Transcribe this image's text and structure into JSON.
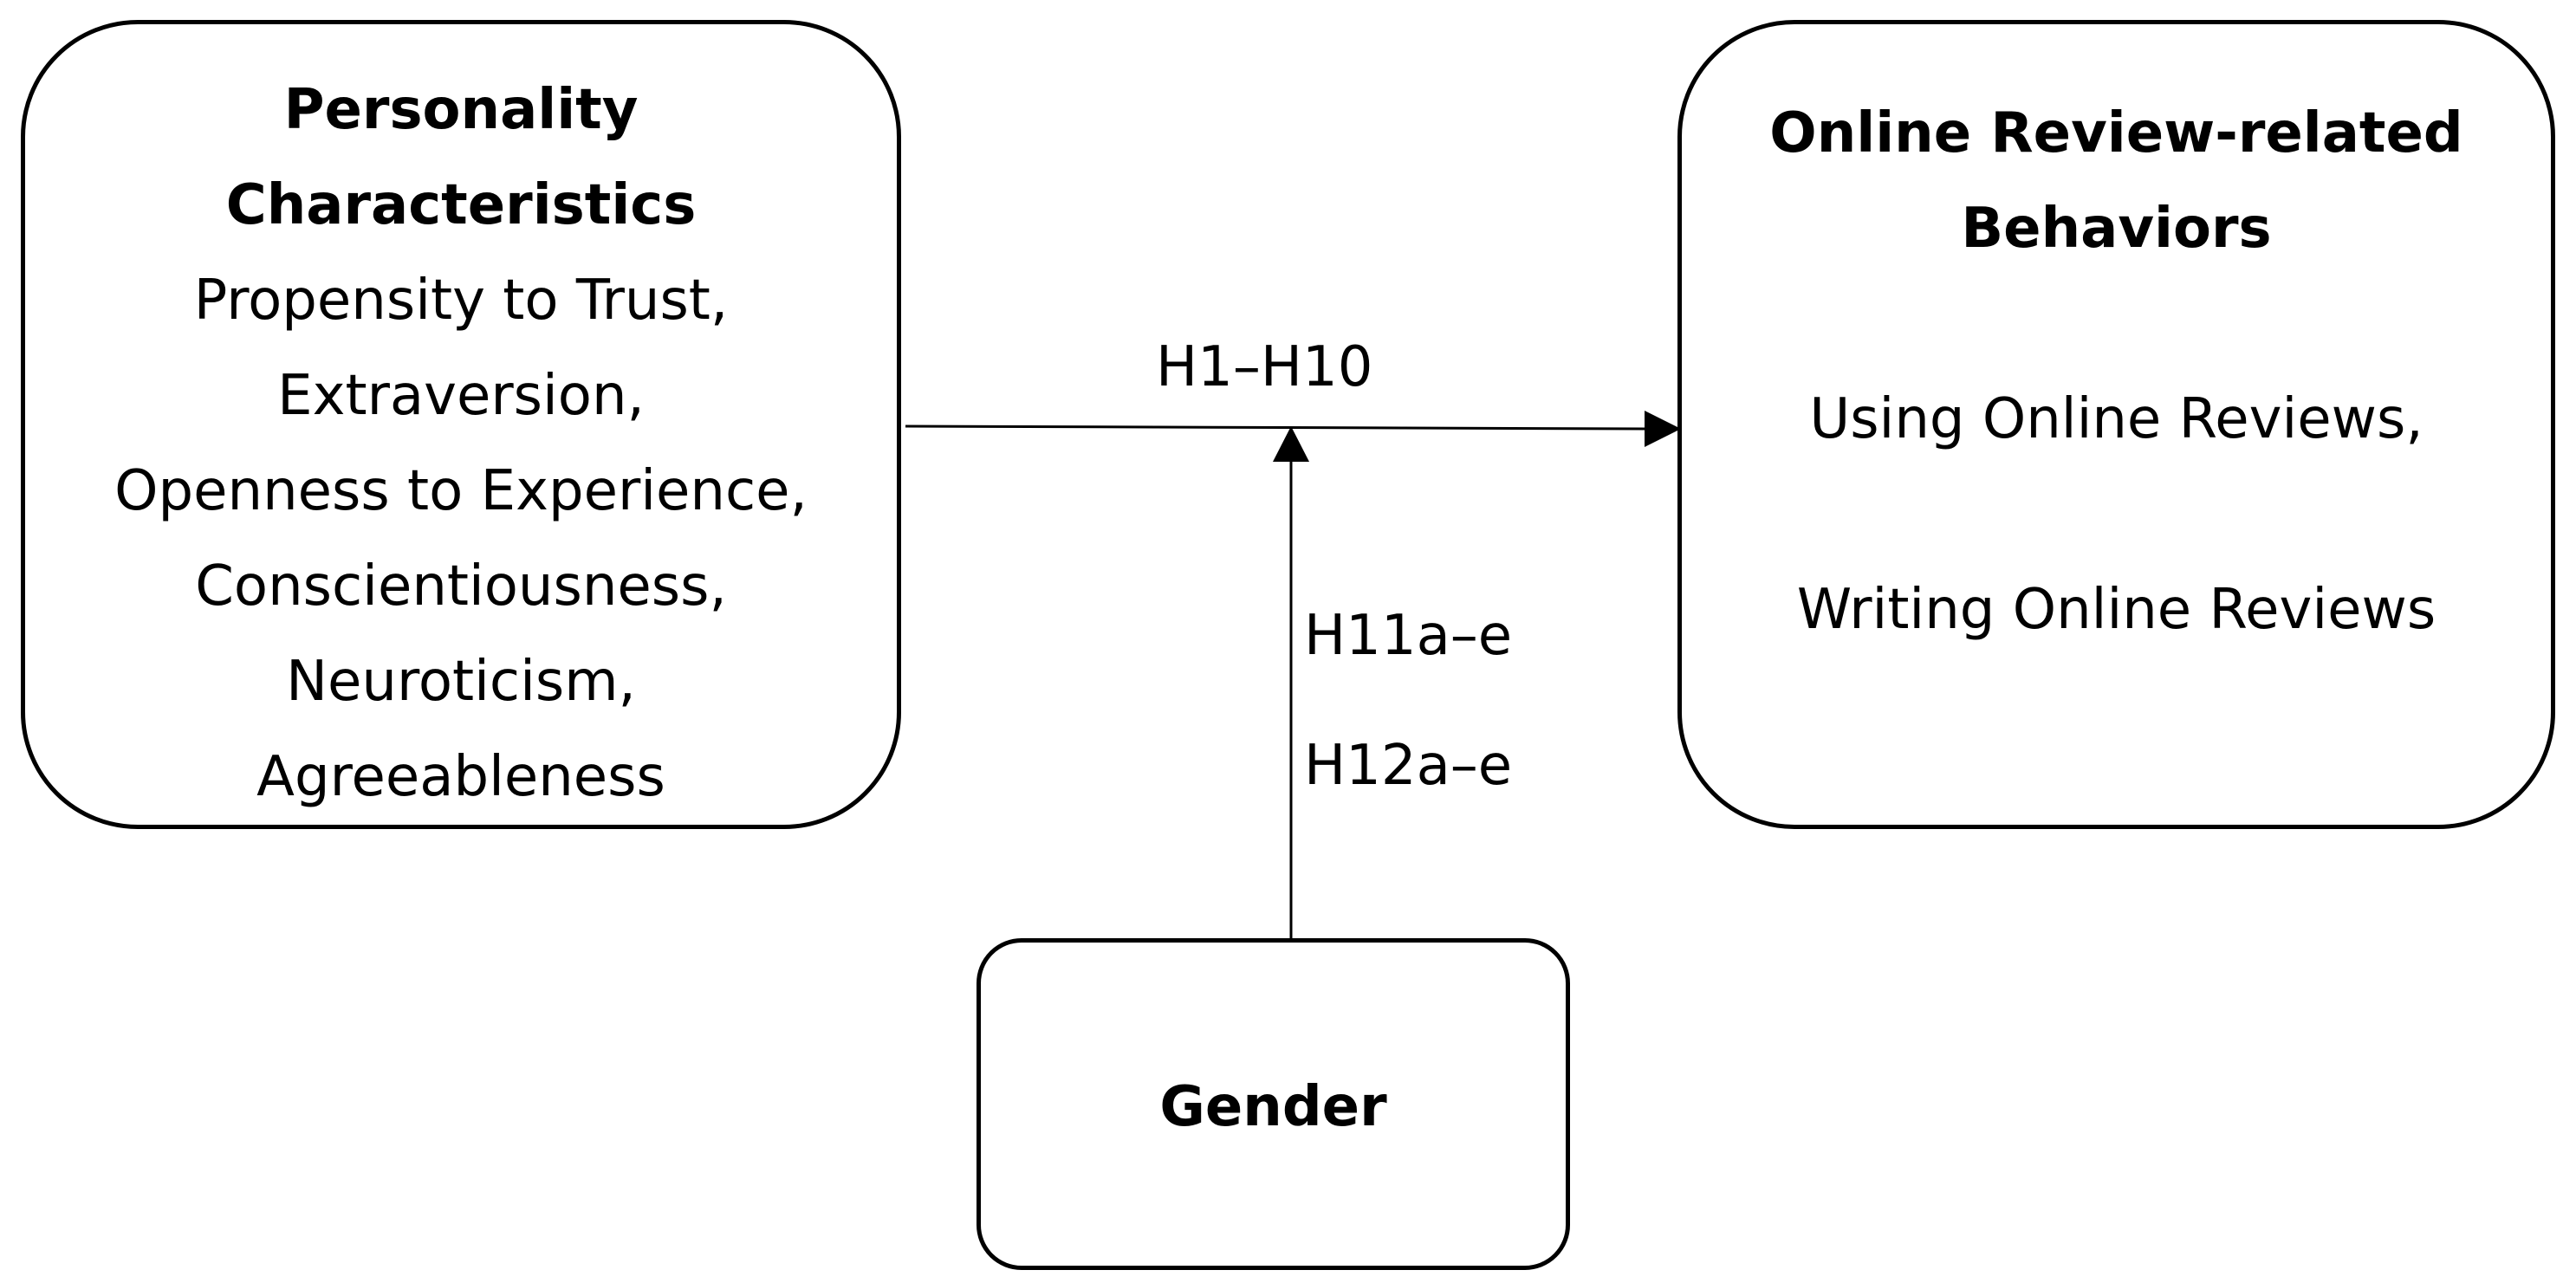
{
  "nodes": {
    "personality": {
      "title_line1": "Personality",
      "title_line2": "Characteristics",
      "items": [
        "Propensity to Trust,",
        "Extraversion,",
        "Openness to Experience,",
        "Conscientiousness,",
        "Neuroticism,",
        "Agreeableness"
      ]
    },
    "behaviors": {
      "title_line1": "Online Review-related",
      "title_line2": "Behaviors",
      "items": [
        "Using Online Reviews,",
        "Writing Online Reviews"
      ]
    },
    "gender": {
      "title": "Gender"
    }
  },
  "edges": {
    "main": {
      "label": "H1–H10"
    },
    "moderator": {
      "label_line1": "H11a–e",
      "label_line2": "H12a–e"
    }
  },
  "colors": {
    "stroke": "#000000",
    "background": "#ffffff"
  }
}
